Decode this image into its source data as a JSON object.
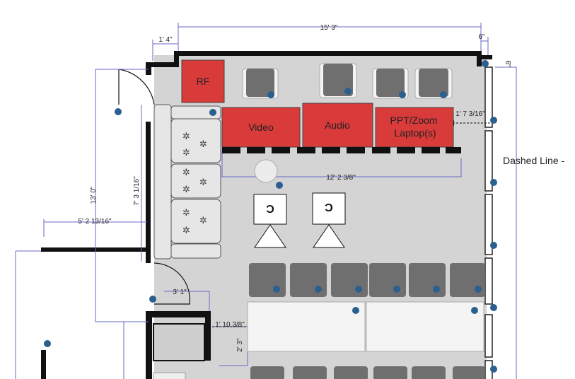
{
  "dimensions": {
    "top_width": "15' 3\"",
    "top_left": "1' 4\"",
    "top_right": "6\"",
    "right_small": "6\"",
    "left_height": "13' 0\"",
    "sofa_height": "7' 3 1/16\"",
    "left_wall": "5' 2 13/16\"",
    "screen_span": "12' 2 3/8\"",
    "station_offset": "1' 7 3/16\"",
    "door_width": "3' 1\"",
    "table_offset": "1' 10 3/8\"",
    "table_depth": "2' 3\""
  },
  "stations": [
    {
      "label": "RF"
    },
    {
      "label": "Video"
    },
    {
      "label": "Audio"
    },
    {
      "label": "PPT/Zoom",
      "label2": "Laptop(s)"
    }
  ],
  "camera_letter": "C",
  "legend_text": "Dashed Line -",
  "colors": {
    "floor": "#d4d4d4",
    "wall": "#111111",
    "station": "#d93a3a",
    "dim_line": "#6a6ac8",
    "chair": "#6f6f6f",
    "info": "#2b5f8f"
  }
}
